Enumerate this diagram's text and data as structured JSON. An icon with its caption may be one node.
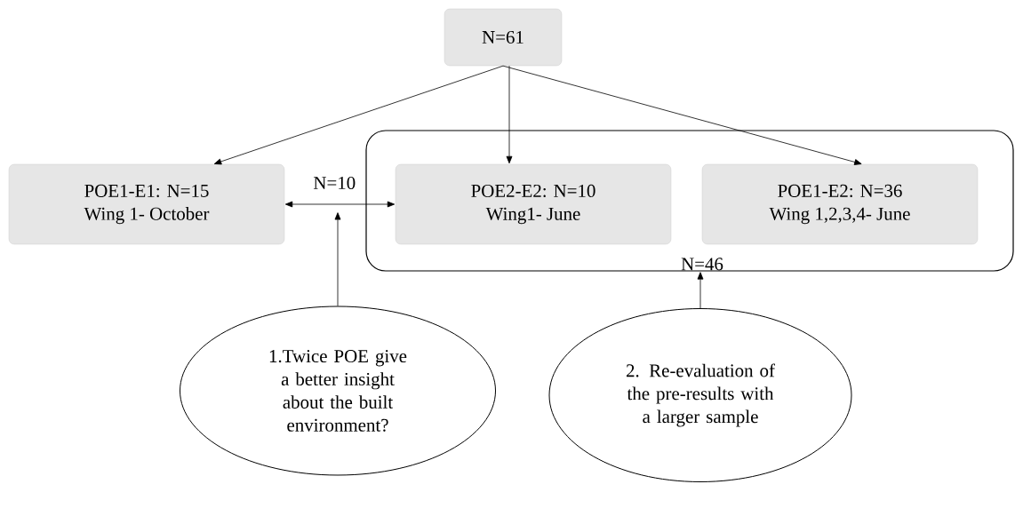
{
  "diagram": {
    "nodes": [
      {
        "text": [
          "N=61"
        ]
      },
      {
        "text": [
          "POE1-E1: N=15",
          "Wing 1- October"
        ]
      },
      {
        "text": [
          "N=46"
        ]
      },
      {
        "text": [
          "POE2-E2: N=10",
          "Wing1- June"
        ],
        "in": 2
      },
      {
        "text": [
          "POE1-E2: N=36",
          "Wing 1,2,3,4- June"
        ],
        "in": 2
      },
      {
        "text": [
          "1.Twice POE give a better insight about the built environment?"
        ]
      },
      {
        "text": [
          "2. Re-evaluation of the pre-results with a larger sample"
        ]
      }
    ],
    "edges": [
      {
        "from": 0,
        "to": 1,
        "arrow": "to"
      },
      {
        "from": 0,
        "to": 3,
        "arrow": "to"
      },
      {
        "from": 0,
        "to": 4,
        "arrow": "to"
      },
      {
        "from": 1,
        "to": 3,
        "arrow": "both",
        "label": "N=10"
      },
      {
        "from": 5,
        "to": null,
        "arrow": "to"
      },
      {
        "from": 6,
        "to": 2,
        "arrow": "to"
      }
    ]
  }
}
